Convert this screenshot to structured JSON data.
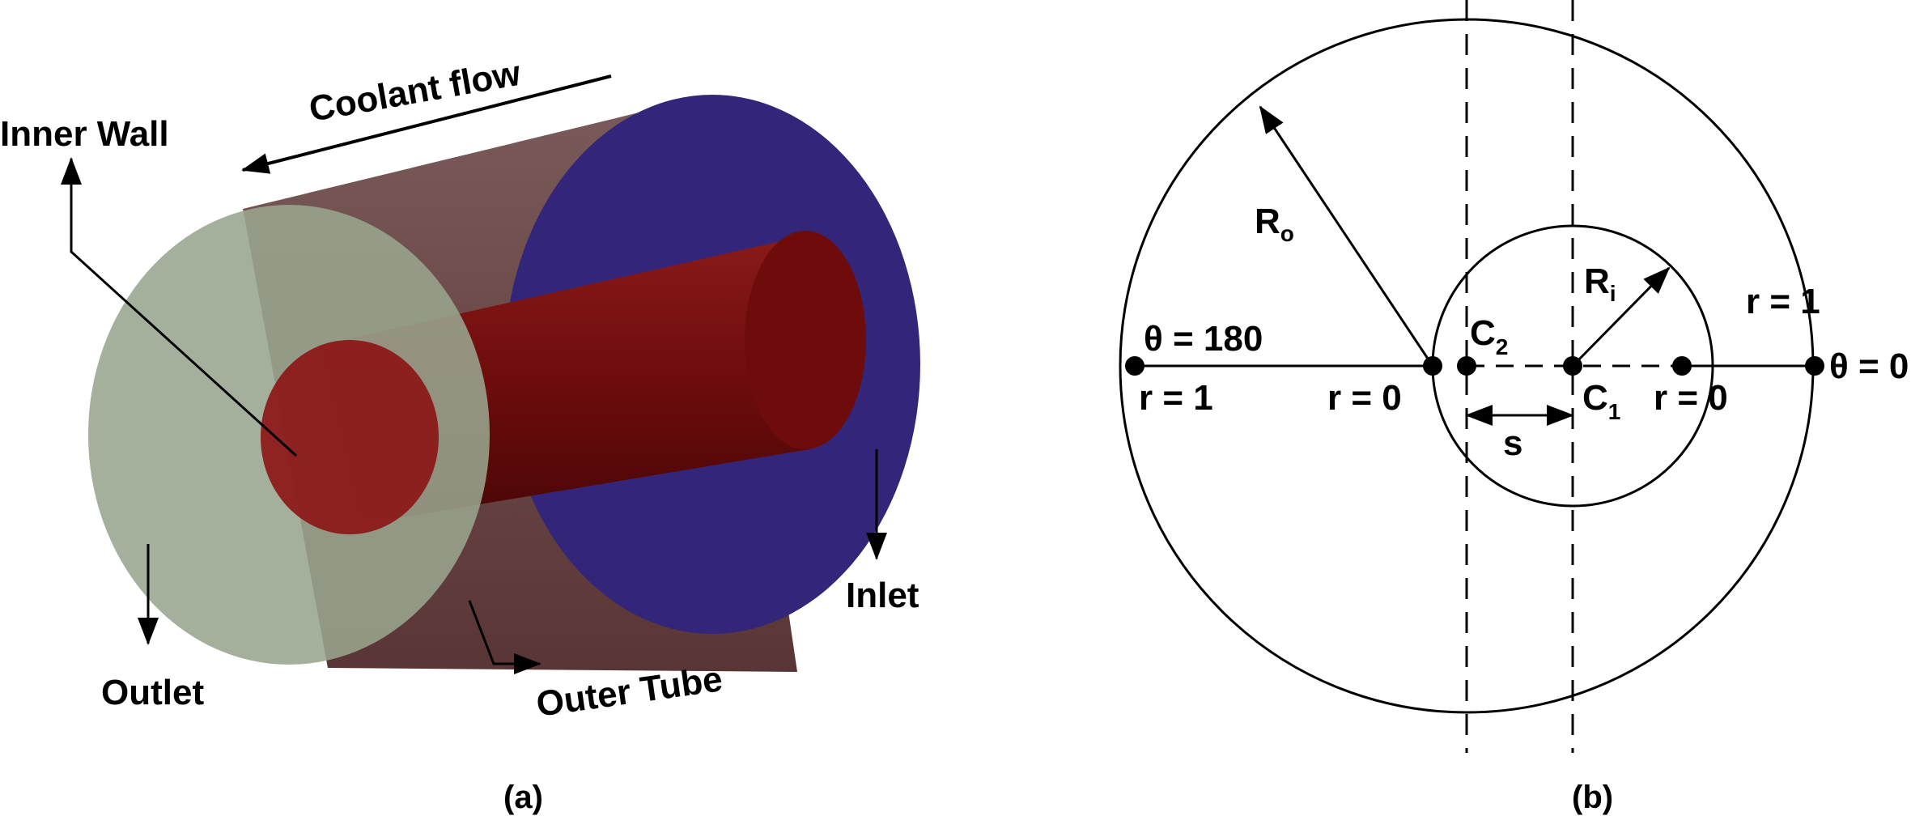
{
  "panel_a": {
    "caption": "(a)",
    "labels": {
      "coolant_flow": "Coolant flow",
      "inner_wall": "Inner Wall",
      "outlet": "Outlet",
      "outer_tube": "Outer Tube",
      "inlet": "Inlet"
    },
    "colors": {
      "outlet_face": "#98a58e",
      "inlet_face": "#33267a",
      "outer_tube_body": "#6b4646",
      "inner_tube": "#7a0d0d"
    }
  },
  "panel_b": {
    "caption": "(b)",
    "labels": {
      "R_o_main": "R",
      "R_o_sub": "o",
      "R_i_main": "R",
      "R_i_sub": "i",
      "C2_main": "C",
      "C2_sub": "2",
      "C1_main": "C",
      "C1_sub": "1",
      "theta_180": "θ = 180",
      "theta_0": "θ = 0",
      "r_1_left": "r = 1",
      "r_0_left": "r = 0",
      "r_0_right": "r = 0",
      "r_1_right": "r = 1",
      "s": "s"
    }
  }
}
